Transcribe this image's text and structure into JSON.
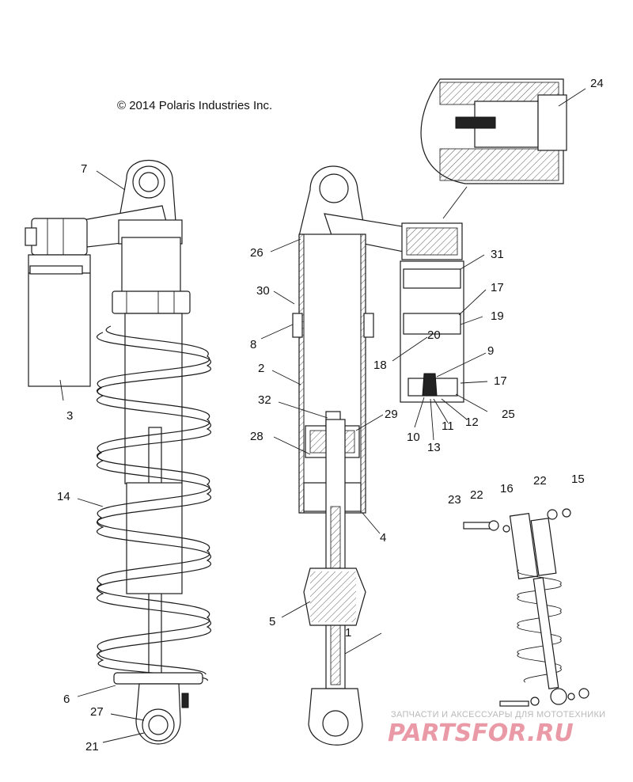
{
  "copyright": "© 2014 Polaris Industries Inc.",
  "watermark": {
    "caption": "ЗАПЧАСТИ И АКСЕССУАРЫ ДЛЯ МОТОТЕХНИКИ",
    "logo": "PARTSFOR.RU",
    "color": "#e8909e"
  },
  "callouts": [
    "1",
    "2",
    "3",
    "4",
    "5",
    "6",
    "7",
    "8",
    "9",
    "10",
    "11",
    "12",
    "13",
    "14",
    "15",
    "16",
    "17",
    "17",
    "18",
    "19",
    "20",
    "21",
    "22",
    "22",
    "23",
    "24",
    "25",
    "26",
    "27",
    "28",
    "29",
    "30",
    "31",
    "32"
  ]
}
